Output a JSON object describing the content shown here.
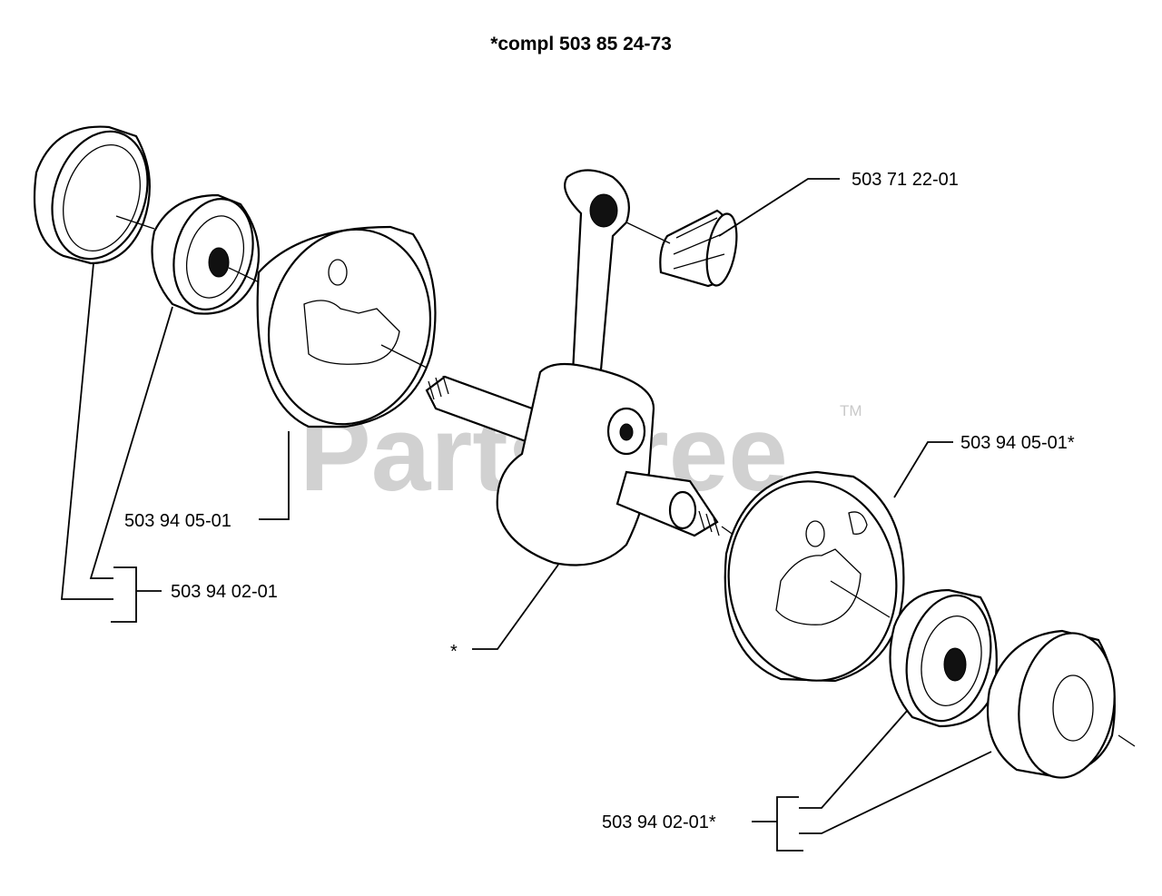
{
  "header": {
    "title": "*compl 503 85 24-73"
  },
  "watermark": {
    "text": "PartsTree",
    "trademark": "TM"
  },
  "callouts": {
    "needle_bearing": "503 71 22-01",
    "crank_half_left": "503 94 05-01",
    "crank_half_right": "503 94 05-01*",
    "bearing_seal_left": "503 94 02-01",
    "bearing_seal_right": "503 94 02-01*",
    "crankshaft_assembly": "*"
  }
}
